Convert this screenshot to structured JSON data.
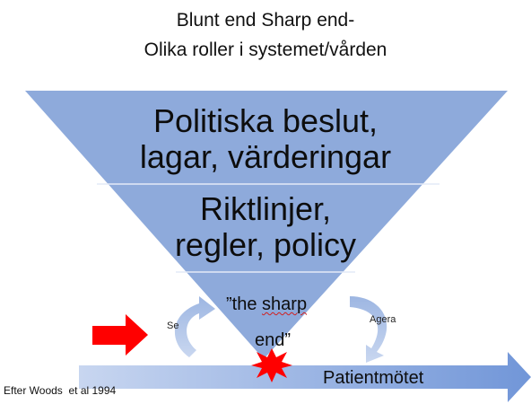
{
  "title": {
    "line1": "Blunt end Sharp end-",
    "line2": "Olika roller i systemet/vården"
  },
  "funnel": {
    "tier1_line1": "Politiska beslut,",
    "tier1_line2": "lagar, värderingar",
    "tier2_line1": "Riktlinjer,",
    "tier2_line2": "regler, policy",
    "sharp_quote_open": "”the ",
    "sharp_word": "sharp",
    "sharp_line2": "end”"
  },
  "labels": {
    "se": "Se",
    "agera": "Agera",
    "patient_arrow": "Patientmötet",
    "credit": "Efter Woods  et al 1994"
  },
  "icons": {
    "left_arrow": "red-arrow-icon",
    "explosion": "explosion-icon",
    "curved_arrow_left": "curved-arrow-icon",
    "curved_arrow_right": "curved-arrow-icon"
  },
  "colors": {
    "funnel_fill": "#8ea9db",
    "divider": "#d6e0f3",
    "arrow_gradient_start": "#bfcfee",
    "arrow_gradient_end": "#6f93d6",
    "red_arrow": "#ff0000",
    "explosion": "#ff0000"
  }
}
